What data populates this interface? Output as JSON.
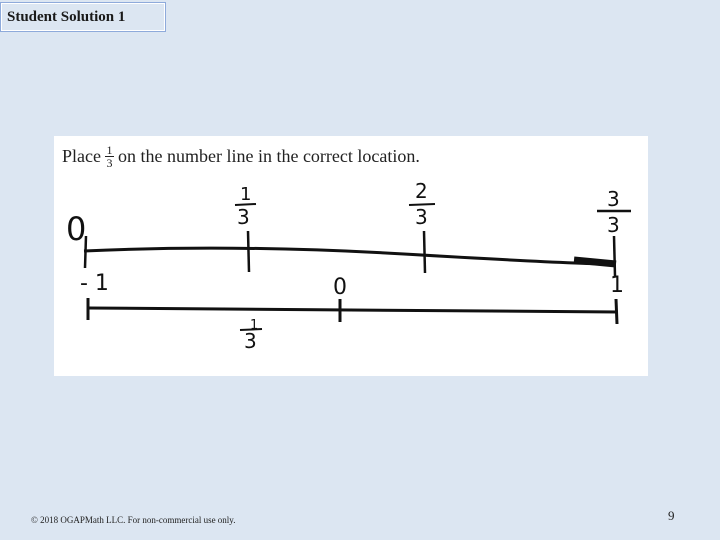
{
  "slide": {
    "title": "Student Solution 1",
    "footer": "© 2018 OGAPMath LLC. For non-commercial use only.",
    "page_number": "9"
  },
  "student_work": {
    "prompt_before": "Place",
    "prompt_fraction": {
      "numerator": "1",
      "denominator": "3"
    },
    "prompt_after": "on the number line in the correct location.",
    "top_line": {
      "left_label": "0",
      "tick_labels": [
        {
          "num": "1",
          "den": "3"
        },
        {
          "num": "2",
          "den": "3"
        },
        {
          "num": "3",
          "den": "3"
        }
      ]
    },
    "bottom_line": {
      "left_label": "- 1",
      "middle_label": "0",
      "right_label": "1",
      "marked_fraction": {
        "num": "1",
        "den": "3"
      }
    }
  }
}
